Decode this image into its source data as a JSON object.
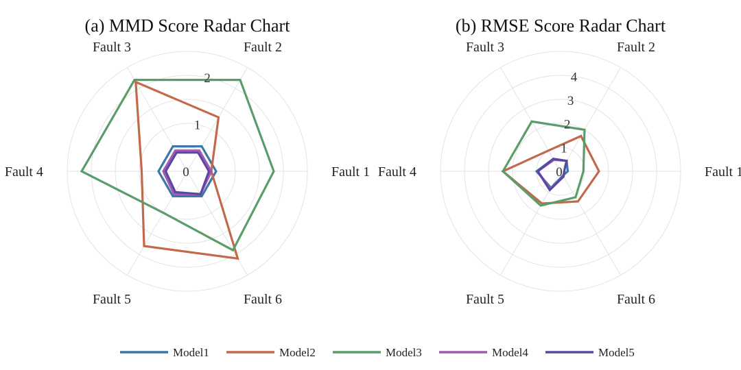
{
  "colors": {
    "Model1": "#3b78a8",
    "Model2": "#c1694a",
    "Model3": "#5a9d6b",
    "Model4": "#a05bb0",
    "Model5": "#5a46a3"
  },
  "chart_data": [
    {
      "type": "radar",
      "title": "(a) MMD Score Radar Chart",
      "categories": [
        "Fault 1",
        "Fault 2",
        "Fault 3",
        "Fault 4",
        "Fault 5",
        "Fault 6"
      ],
      "rticks": [
        "0",
        "1",
        "2"
      ],
      "rmax": 2.5,
      "series": [
        {
          "name": "Model1",
          "values": [
            0.6,
            0.6,
            0.6,
            0.6,
            0.6,
            0.6
          ]
        },
        {
          "name": "Model2",
          "values": [
            0.5,
            1.3,
            2.15,
            0.95,
            1.8,
            2.1
          ]
        },
        {
          "name": "Model3",
          "values": [
            1.8,
            2.2,
            2.2,
            2.2,
            1.0,
            1.9
          ]
        },
        {
          "name": "Model4",
          "values": [
            0.5,
            0.5,
            0.5,
            0.5,
            0.55,
            0.55
          ]
        },
        {
          "name": "Model5",
          "values": [
            0.45,
            0.45,
            0.45,
            0.45,
            0.5,
            0.55
          ]
        }
      ]
    },
    {
      "type": "radar",
      "title": "(b) RMSE Score Radar Chart",
      "categories": [
        "Fault 1",
        "Fault 2",
        "Fault 3",
        "Fault 4",
        "Fault 5",
        "Fault 6"
      ],
      "rticks": [
        "0",
        "1",
        "2",
        "3",
        "4"
      ],
      "rmax": 5.0,
      "series": [
        {
          "name": "Model1",
          "values": [
            0.3,
            0.5,
            0.6,
            1.0,
            0.8,
            0.2
          ]
        },
        {
          "name": "Model2",
          "values": [
            1.6,
            1.7,
            1.0,
            2.4,
            1.55,
            1.45
          ]
        },
        {
          "name": "Model3",
          "values": [
            0.95,
            2.0,
            2.4,
            2.4,
            1.65,
            1.25
          ]
        },
        {
          "name": "Model4",
          "values": [
            0.15,
            0.5,
            0.55,
            0.95,
            0.85,
            0.25
          ]
        },
        {
          "name": "Model5",
          "values": [
            0.15,
            0.5,
            0.6,
            0.95,
            0.9,
            0.25
          ]
        }
      ]
    }
  ],
  "legend": [
    "Model1",
    "Model2",
    "Model3",
    "Model4",
    "Model5"
  ]
}
